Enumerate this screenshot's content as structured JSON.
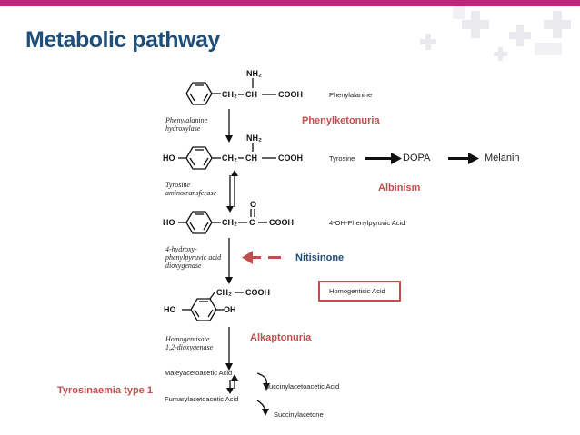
{
  "title": "Metabolic pathway",
  "metabolites": {
    "phenylalanine": "Phenylalanine",
    "tyrosine": "Tyrosine",
    "oh_phenylpyruvic": "4-OH-Phenylpyruvic Acid",
    "homogentisic": "Homogentisic Acid",
    "maleylacetoacetic": "Maleyacetoacetic Acid",
    "fumarylacetoacetic": "Fumarylacetoacetic Acid",
    "succinylacetoacetic": "Succinylacetoacetic Acid",
    "succinylacetone": "Succinylacetone"
  },
  "enzymes": {
    "e1_line1": "Phenylalanine",
    "e1_line2": "hydroxylase",
    "e2_line1": "Tyrosine",
    "e2_line2": "aminotransferase",
    "e3_line1": "4-hydroxy-",
    "e3_line2": "phenylpyruvic acid",
    "e3_line3": "dioxygenase",
    "e4_line1": "Homogentisate",
    "e4_line2": "1,2-dioxygenase"
  },
  "diseases": {
    "pku": "Phenylketonuria",
    "albinism": "Albinism",
    "alkaptonuria": "Alkaptonuria",
    "tyrosinaemia": "Tyrosinaemia type 1"
  },
  "drug": "Nitisinone",
  "branch": {
    "dopa": "DOPA",
    "melanin": "Melanin"
  },
  "chem": {
    "nh2": "NH₂",
    "ch2": "CH₂",
    "ch": "CH",
    "c": "C",
    "o": "O",
    "cooh": "COOH",
    "ho": "HO",
    "oh": "OH"
  },
  "colors": {
    "accent_magenta": "#c2227a",
    "title_blue": "#1f4e79",
    "disease_red": "#c0504d"
  }
}
